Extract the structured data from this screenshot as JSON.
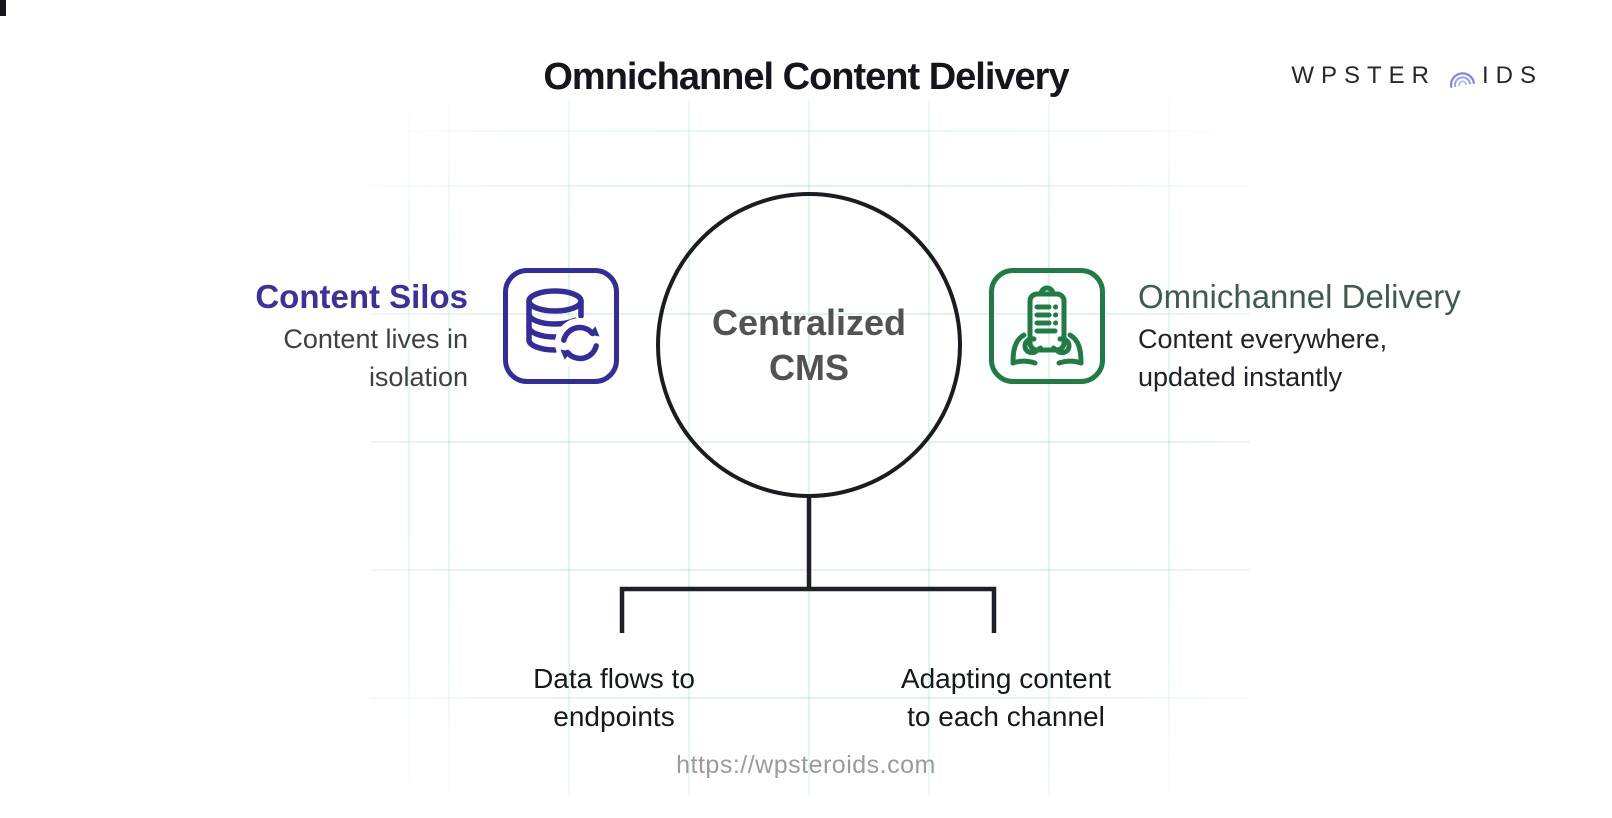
{
  "page": {
    "title": "Omnichannel Content Delivery",
    "footer_url": "https://wpsteroids.com"
  },
  "brand": {
    "name": "WPSTEROIDS",
    "text_left": "WPSTER",
    "text_right": "IDS",
    "arc_icon": "concentric-arcs-o-icon",
    "arc_color": "#7d84e6"
  },
  "left_panel": {
    "heading": "Content Silos",
    "subtitle_lines": [
      "Content lives in",
      "isolation"
    ],
    "icon": "database-sync-icon",
    "accent_color": "#39329e"
  },
  "center_node": {
    "label_lines": [
      "Centralized",
      "CMS"
    ],
    "shape": "circle",
    "stroke_color": "#1b1b22"
  },
  "right_panel": {
    "heading": "Omnichannel Delivery",
    "subtitle_lines": [
      "Content everywhere,",
      "updated instantly"
    ],
    "icon": "clipboard-hands-icon",
    "accent_color": "#1f7c45"
  },
  "branches": [
    {
      "label_lines": [
        "Data flows to",
        "endpoints"
      ]
    },
    {
      "label_lines": [
        "Adapting content",
        "to each channel"
      ]
    }
  ],
  "colors": {
    "title_text": "#15151d",
    "grid_green": "#d9f3e0",
    "connector": "#1d2127",
    "center_text": "#515156",
    "footer_gray": "#9b9b9b"
  }
}
